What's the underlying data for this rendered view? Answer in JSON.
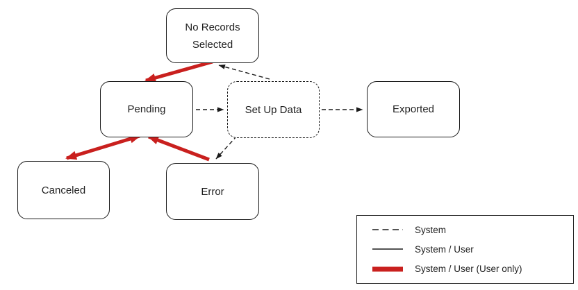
{
  "diagram": {
    "nodes": [
      {
        "id": "no-records-selected",
        "label": "No Records Selected",
        "border_style": "solid"
      },
      {
        "id": "pending",
        "label": "Pending",
        "border_style": "solid"
      },
      {
        "id": "set-up-data",
        "label": "Set Up Data",
        "border_style": "dashed"
      },
      {
        "id": "exported",
        "label": "Exported",
        "border_style": "solid"
      },
      {
        "id": "canceled",
        "label": "Canceled",
        "border_style": "solid"
      },
      {
        "id": "error",
        "label": "Error",
        "border_style": "solid"
      }
    ],
    "edges": [
      {
        "from": "pending",
        "to": "set-up-data",
        "style": "dashed-system"
      },
      {
        "from": "set-up-data",
        "to": "exported",
        "style": "dashed-system"
      },
      {
        "from": "set-up-data",
        "to": "no-records-selected",
        "style": "dashed-system"
      },
      {
        "from": "set-up-data",
        "to": "error",
        "style": "dashed-system"
      },
      {
        "from": "no-records-selected",
        "to": "pending",
        "style": "thick-red-user"
      },
      {
        "from": "pending",
        "to": "canceled",
        "style": "thick-red-user",
        "bidirectional": true
      },
      {
        "from": "error",
        "to": "pending",
        "style": "thick-red-user"
      }
    ]
  },
  "legend": {
    "items": [
      {
        "line_style": "dashed",
        "label": "System"
      },
      {
        "line_style": "solid",
        "label": "System / User"
      },
      {
        "line_style": "thick-red",
        "label": "System / User (User only)"
      }
    ]
  },
  "colors": {
    "line_black": "#1a1a1a",
    "user_action_red": "#c9201e",
    "background": "#ffffff"
  }
}
